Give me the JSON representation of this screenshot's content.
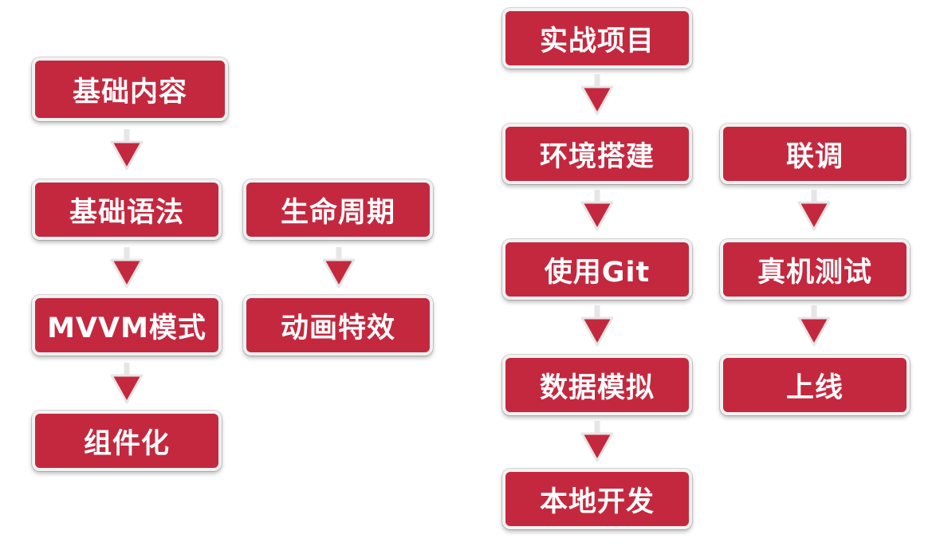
{
  "flow_left": {
    "basics": "基础内容",
    "syntax": "基础语法",
    "mvvm": "MVVM模式",
    "components": "组件化"
  },
  "flow_middle": {
    "lifecycle": "生命周期",
    "animation": "动画特效"
  },
  "flow_project": {
    "project": "实战项目",
    "env_setup": "环境搭建",
    "use_git": "使用Git",
    "mock_data": "数据模拟",
    "local_dev": "本地开发"
  },
  "flow_release": {
    "integration": "联调",
    "device_test": "真机测试",
    "go_live": "上线"
  },
  "colors": {
    "box_fill": "#c4283e",
    "box_border": "#f2f2f2",
    "arrow_fill": "#c4283e",
    "arrow_stroke": "#e6e6e6"
  }
}
